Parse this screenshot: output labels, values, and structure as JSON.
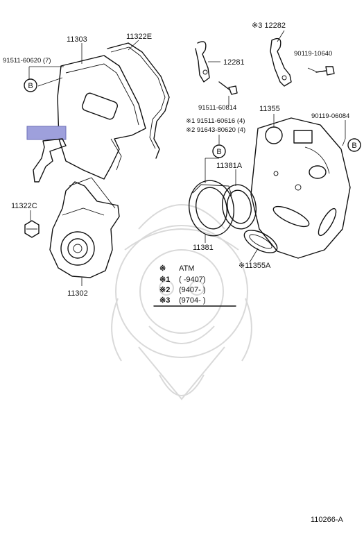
{
  "parts": {
    "p11303": "11303",
    "p11322E": "11322E",
    "p91511_60620": "91511-60620 (7)",
    "p12282": "※3 12282",
    "p12281": "12281",
    "p90119_10640": "90119-10640",
    "p91511_60814": "91511-60814",
    "p11355": "11355",
    "p90119_06084": "90119-06084",
    "p91511_60616": "※1 91511-60616 (4)",
    "p91643_80620": "※2 91643-80620 (4)",
    "p11381A": "11381A",
    "p11322C": "11322C",
    "p11381": "11381",
    "p11355A": "※11355A",
    "p11302": "11302"
  },
  "callouts": {
    "b1": "B",
    "b2": "B",
    "b3": "B"
  },
  "legend": {
    "row0_key": "※",
    "row0_val": "ATM",
    "row1_key": "※1",
    "row1_val": "(      -9407)",
    "row2_key": "※2",
    "row2_val": "(9407-       )",
    "row3_key": "※3",
    "row3_val": "(9704-       )"
  },
  "footer": {
    "code": "110266-A"
  },
  "colors": {
    "highlight": "#9ea0dc",
    "ink": "#111111",
    "watermark": "#d9d9d9"
  }
}
